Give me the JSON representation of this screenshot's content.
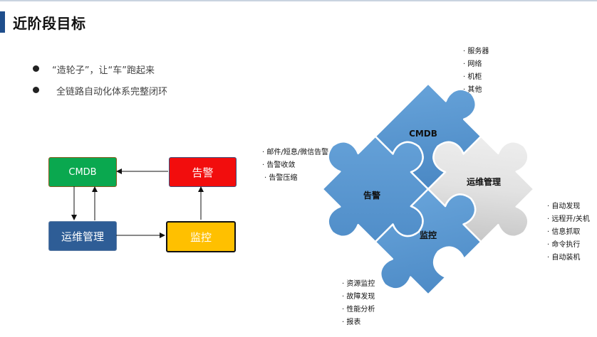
{
  "header": {
    "title": "近阶段目标"
  },
  "bullets": [
    "“造轮子”，让“车”跑起来",
    "全链路自动化体系完整闭环"
  ],
  "flow": {
    "cmdb": "CMDB",
    "alarm": "告警",
    "ops": "运维管理",
    "monitor": "监控"
  },
  "puzzle": {
    "cmdb": "CMDB",
    "ops": "运维管理",
    "alarm": "告警",
    "monitor": "监控"
  },
  "notes": {
    "cmdb": [
      "· 服务器",
      "· 网络",
      "· 机柜",
      "· 其他"
    ],
    "alarm": [
      "· 邮件/短息/微信告警",
      "· 告警收敛",
      "· 告警压缩"
    ],
    "ops": [
      "· 自动发现",
      "· 远程开/关机",
      "· 信息抓取",
      "· 命令执行",
      "· 自动装机"
    ],
    "monitor": [
      "· 资源监控",
      "· 故障发现",
      "· 性能分析",
      "· 报表"
    ]
  },
  "colors": {
    "puzzle_blue": "#5b9bd5",
    "puzzle_gray": "#d9d9d9",
    "title_accent": "#1f4e8c"
  }
}
